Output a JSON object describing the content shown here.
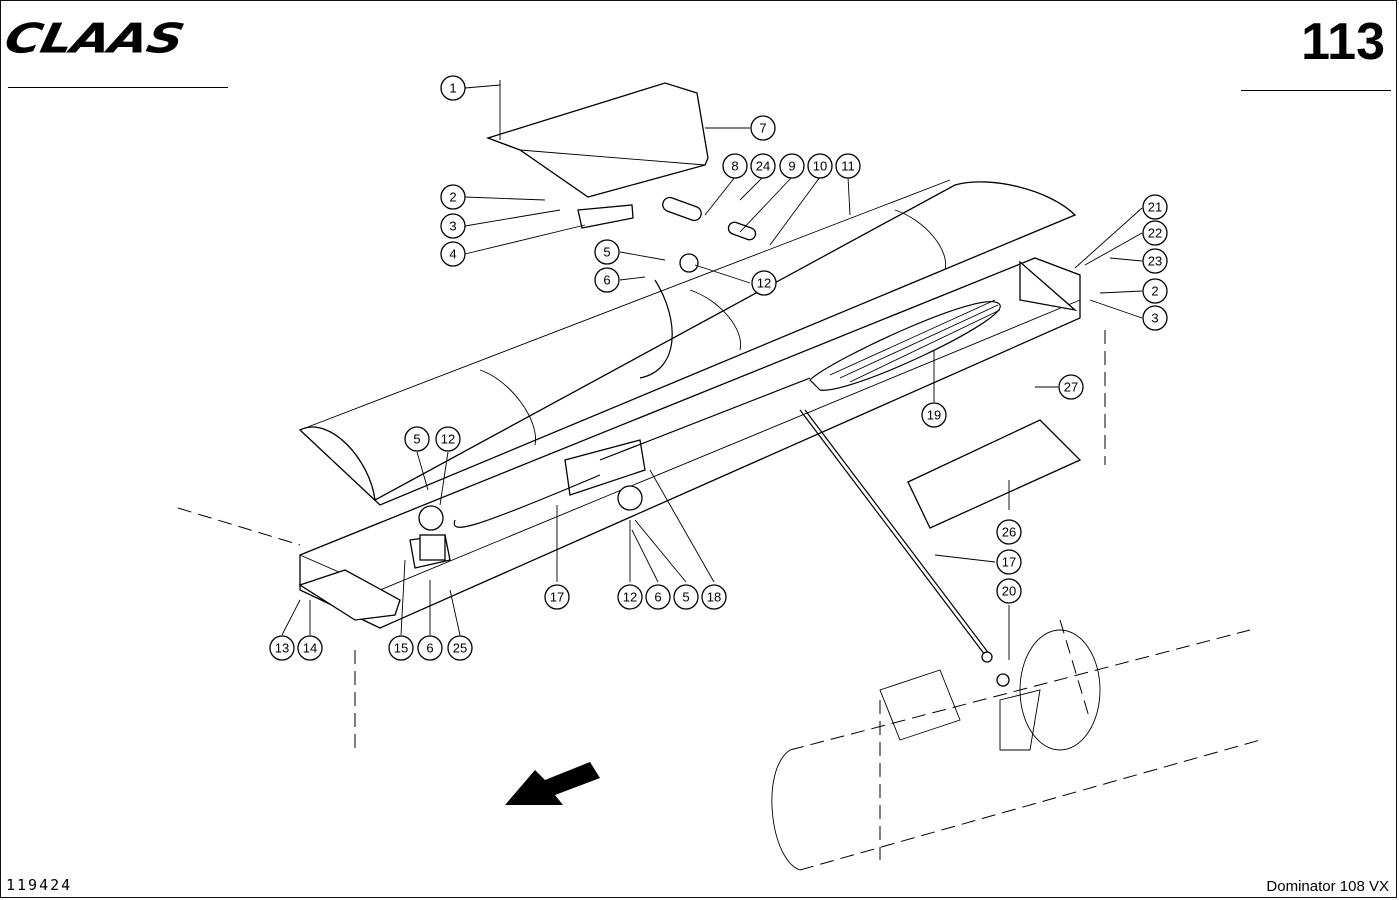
{
  "header": {
    "logo_text": "CLAAS",
    "page_number": "113"
  },
  "footer": {
    "document_id": "119424",
    "model": "Dominator 108 VX"
  },
  "callouts": [
    "1",
    "7",
    "8",
    "24",
    "9",
    "10",
    "11",
    "2",
    "3",
    "4",
    "5",
    "6",
    "12",
    "21",
    "22",
    "23",
    "2",
    "3",
    "27",
    "19",
    "5",
    "12",
    "26",
    "17",
    "20",
    "17",
    "12",
    "6",
    "5",
    "18",
    "13",
    "14",
    "15",
    "6",
    "25"
  ],
  "direction_arrow_icon": "arrow-down-left-icon"
}
